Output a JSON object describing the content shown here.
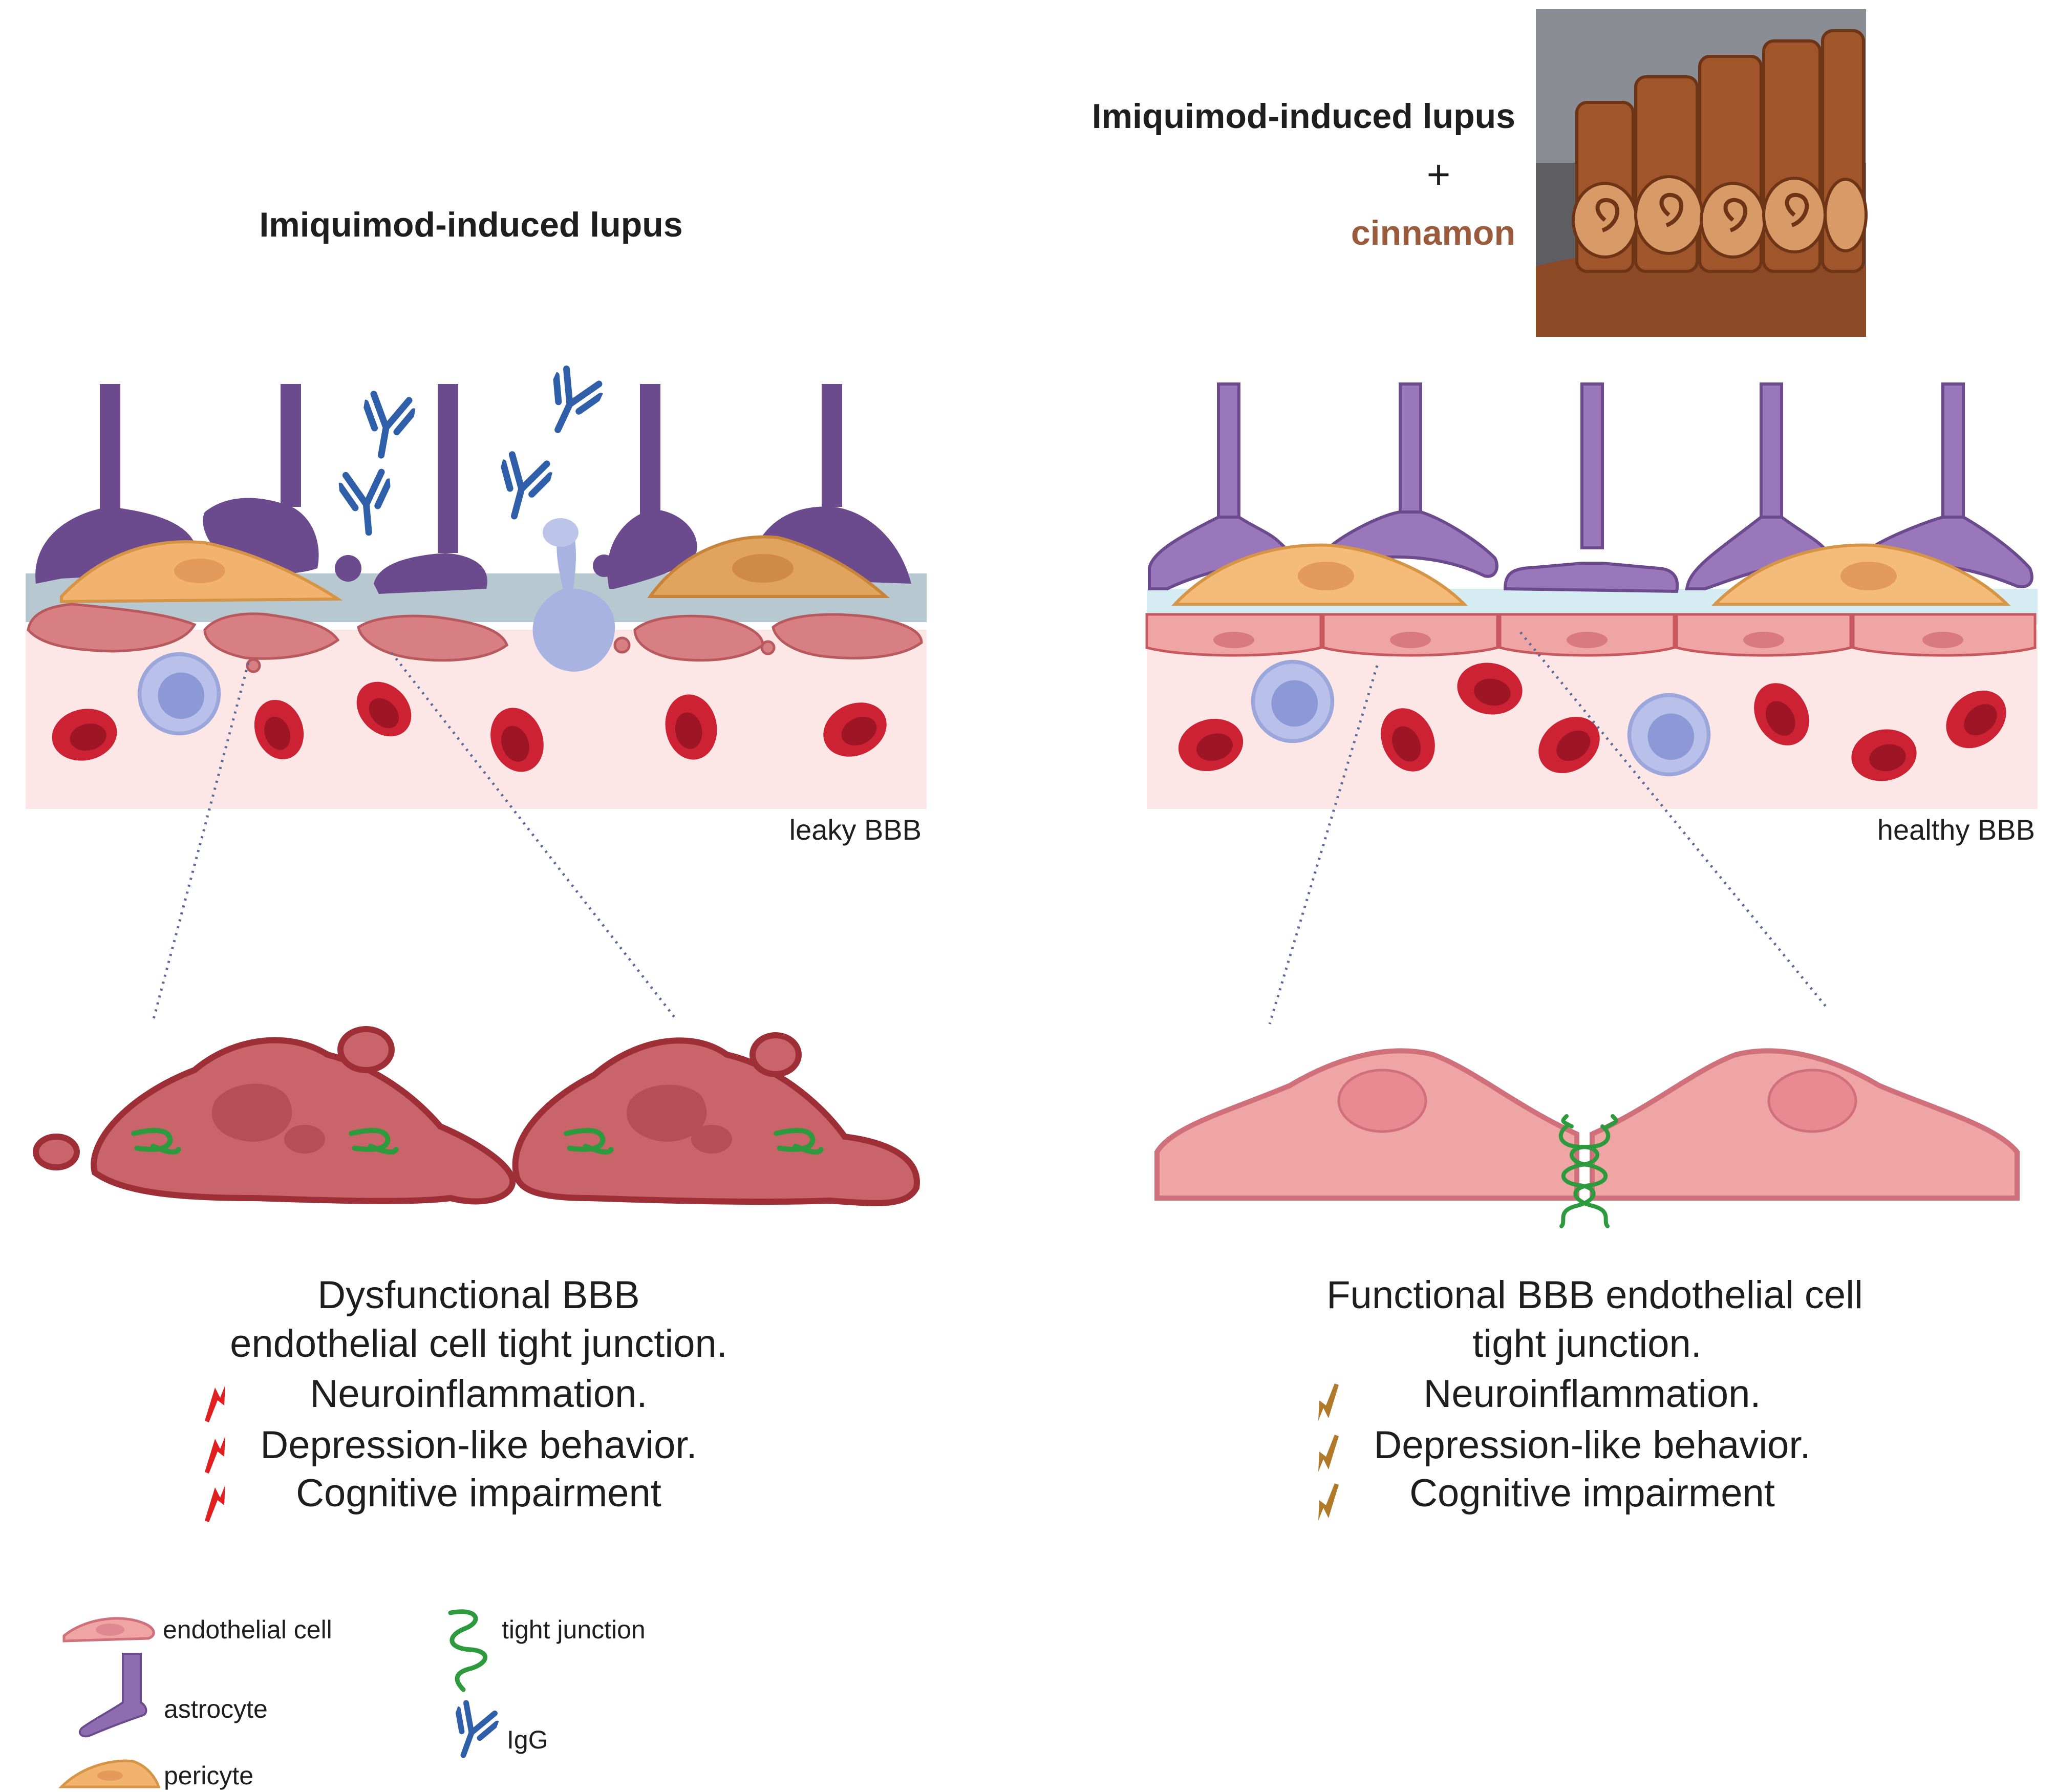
{
  "left": {
    "title": "Imiquimod-induced lupus",
    "bbb_label": "leaky BBB",
    "summary": [
      "Dysfunctional BBB",
      "endothelial cell tight junction.",
      "Neuroinflammation.",
      "Depression-like behavior.",
      "Cognitive impairment"
    ],
    "arrow_color": "#e02020"
  },
  "right": {
    "title": "Imiquimod-induced lupus",
    "plus": "+",
    "treatment": "cinnamon",
    "treatment_color": "#9a5a3c",
    "bbb_label": "healthy BBB",
    "summary": [
      "Functional BBB endothelial cell",
      "tight junction.",
      "Neuroinflammation.",
      "Depression-like behavior.",
      "Cognitive impairment"
    ],
    "arrow_color": "#b07a2a"
  },
  "legend": {
    "endothelial": "endothelial cell",
    "astrocyte": "astrocyte",
    "pericyte": "pericyte",
    "tight_junction": "tight junction",
    "igg": "IgG"
  },
  "colors": {
    "astrocyte": "#8f6bb0",
    "astrocyte_dark": "#6c4a8e",
    "pericyte": "#f2b36e",
    "endothelial": "#f0a5a5",
    "endothelial_dark": "#c8585e",
    "blood": "#fde6e6",
    "rbc": "#cc2233",
    "igg": "#2f5fa8",
    "tight_junction": "#2e9a3e"
  }
}
